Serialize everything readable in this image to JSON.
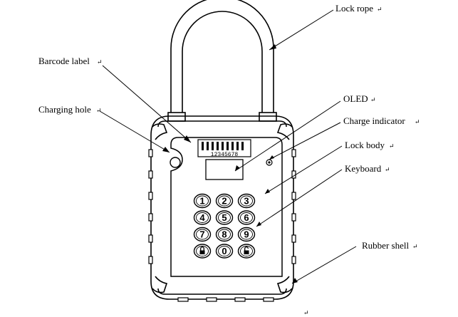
{
  "labels": {
    "lock_rope": "Lock rope",
    "barcode_label": "Barcode label",
    "charging_hole": "Charging hole",
    "oled": "OLED",
    "charge_indicator": "Charge indicator",
    "lock_body": "Lock body",
    "keyboard": "Keyboard",
    "rubber_shell": "Rubber shell"
  },
  "paragraph_mark": "↵",
  "barcode_number": "12345678",
  "keypad": {
    "rows": [
      [
        "1",
        "2",
        "3"
      ],
      [
        "4",
        "5",
        "6"
      ],
      [
        "7",
        "8",
        "9"
      ],
      [
        "lock-closed-icon",
        "0",
        "lock-open-icon"
      ]
    ]
  }
}
